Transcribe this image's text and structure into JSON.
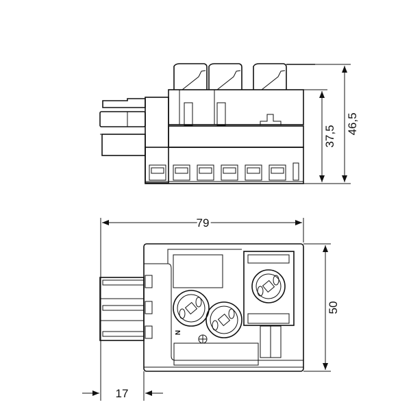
{
  "drawing": {
    "dimensions": {
      "overall_height": "46,5",
      "body_height": "37,5",
      "length": "79",
      "width": "50",
      "connector_depth": "17"
    },
    "markings": {
      "neutral": "N"
    }
  }
}
